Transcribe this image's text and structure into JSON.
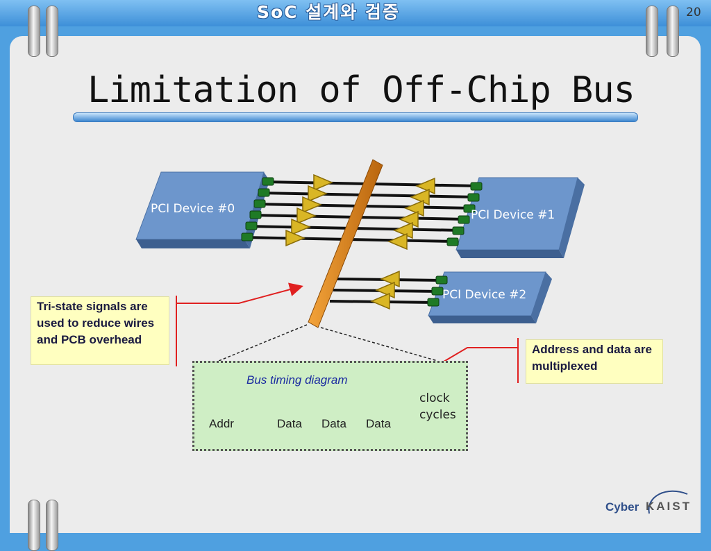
{
  "header": {
    "course_title": "SoC 설계와 검증",
    "page_number": "20"
  },
  "slide": {
    "title": "Limitation of Off-Chip Bus"
  },
  "diagram": {
    "devices": [
      {
        "label": "PCI Device #0"
      },
      {
        "label": "PCI Device #1"
      },
      {
        "label": "PCI Device #2"
      }
    ],
    "notes": {
      "tristate": "Tri-state signals are used to reduce wires and PCB overhead",
      "multiplexed": "Address and data are multiplexed"
    },
    "timing": {
      "title": "Bus timing diagram",
      "axis_label": "clock cycles",
      "phases": [
        "Addr",
        "Data",
        "Data",
        "Data"
      ]
    }
  },
  "footer": {
    "logo_left": "Cyber",
    "logo_right": "KAIST"
  },
  "colors": {
    "header": "#4fa0e0",
    "device_fill": "#6d96cc",
    "bus_bar": "#e08a1a",
    "buffer": "#d9b625",
    "note_bg": "#ffffc0",
    "timing_bg": "#cfeec5",
    "arrow": "#e02020"
  }
}
